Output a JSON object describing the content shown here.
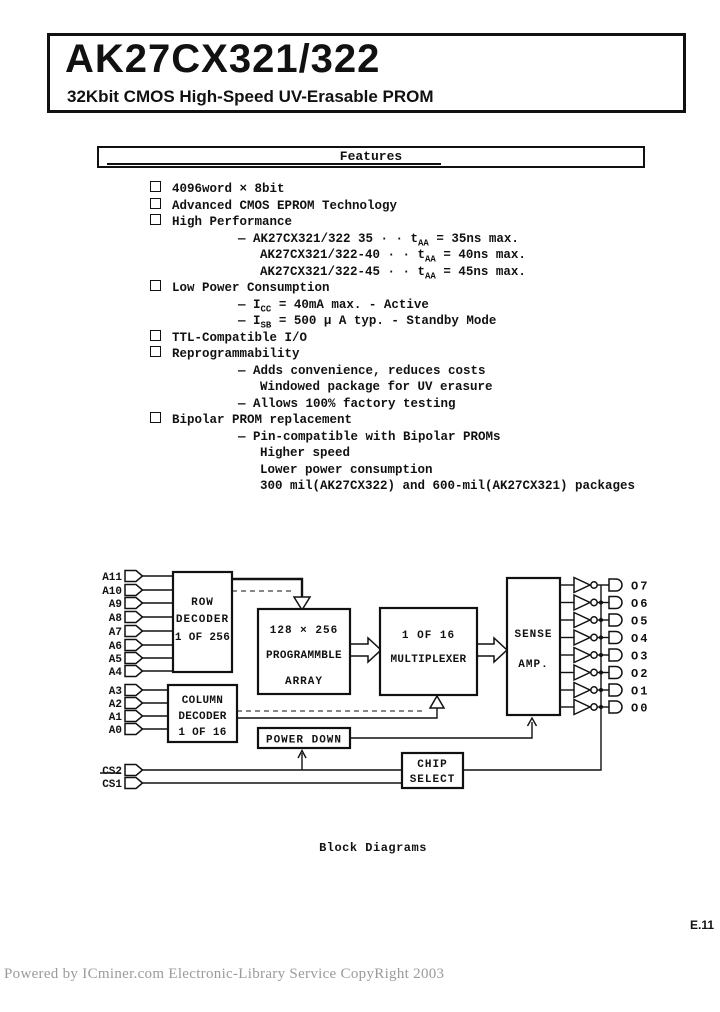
{
  "header": {
    "title": "AK27CX321/322",
    "subtitle": "32Kbit CMOS High-Speed UV-Erasable PROM"
  },
  "features": {
    "section_title": "Features",
    "items": [
      {
        "level": 0,
        "bullet": true,
        "text": "4096word × 8bit"
      },
      {
        "level": 0,
        "bullet": true,
        "text": "Advanced CMOS EPROM Technology"
      },
      {
        "level": 0,
        "bullet": true,
        "text": "High Performance"
      },
      {
        "level": 1,
        "bullet": false,
        "text": "— AK27CX321/322 35 · · t~AA~ = 35ns max."
      },
      {
        "level": 2,
        "bullet": false,
        "text": "AK27CX321/322-40 · · t~AA~ = 40ns max."
      },
      {
        "level": 2,
        "bullet": false,
        "text": "AK27CX321/322-45 · · t~AA~ = 45ns max."
      },
      {
        "level": 0,
        "bullet": true,
        "text": "Low Power Consumption"
      },
      {
        "level": 1,
        "bullet": false,
        "text": "— I~CC~ = 40mA max. - Active"
      },
      {
        "level": 1,
        "bullet": false,
        "text": "— I~SB~ = 500 μ A typ. - Standby Mode"
      },
      {
        "level": 0,
        "bullet": true,
        "text": "TTL-Compatible I/O"
      },
      {
        "level": 0,
        "bullet": true,
        "text": "Reprogrammability"
      },
      {
        "level": 1,
        "bullet": false,
        "text": "— Adds convenience, reduces costs"
      },
      {
        "level": 2,
        "bullet": false,
        "text": "Windowed package for UV erasure"
      },
      {
        "level": 1,
        "bullet": false,
        "text": "— Allows 100% factory testing"
      },
      {
        "level": 0,
        "bullet": true,
        "text": "Bipolar PROM replacement"
      },
      {
        "level": 1,
        "bullet": false,
        "text": "— Pin-compatible with Bipolar PROMs"
      },
      {
        "level": 2,
        "bullet": false,
        "text": "Higher speed"
      },
      {
        "level": 2,
        "bullet": false,
        "text": "Lower power consumption"
      },
      {
        "level": 2,
        "bullet": false,
        "text": "300 mil(AK27CX322) and 600-mil(AK27CX321) packages"
      }
    ]
  },
  "diagram": {
    "caption": "Block Diagrams",
    "row_address_inputs": [
      "A11",
      "A10",
      "A9",
      "A8",
      "A7",
      "A6",
      "A5",
      "A4"
    ],
    "col_address_inputs": [
      "A3",
      "A2",
      "A1",
      "A0"
    ],
    "select_inputs": [
      {
        "label": "CS2",
        "overline": false
      },
      {
        "label": "CS1",
        "overline": true
      }
    ],
    "outputs": [
      "O7",
      "O6",
      "O5",
      "O4",
      "O3",
      "O2",
      "O1",
      "O0"
    ],
    "blocks": {
      "row_decoder": [
        "ROW",
        "DECODER",
        "1 OF 256"
      ],
      "column_decoder": [
        "COLUMN",
        "DECODER",
        "1 OF 16"
      ],
      "array": [
        "128 × 256",
        "PROGRAMMBLE",
        "ARRAY"
      ],
      "multiplexer": [
        "1 OF 16",
        "MULTIPLEXER"
      ],
      "sense_amp": [
        "SENSE",
        "AMP."
      ],
      "power_down": "POWER DOWN",
      "chip_select": [
        "CHIP",
        "SELECT"
      ]
    }
  },
  "page_number": "E.11",
  "footer": "Powered by ICminer.com Electronic-Library Service CopyRight 2003",
  "colors": {
    "ink": "#111111",
    "paper": "#ffffff",
    "watermark": "#9b9b9b"
  }
}
